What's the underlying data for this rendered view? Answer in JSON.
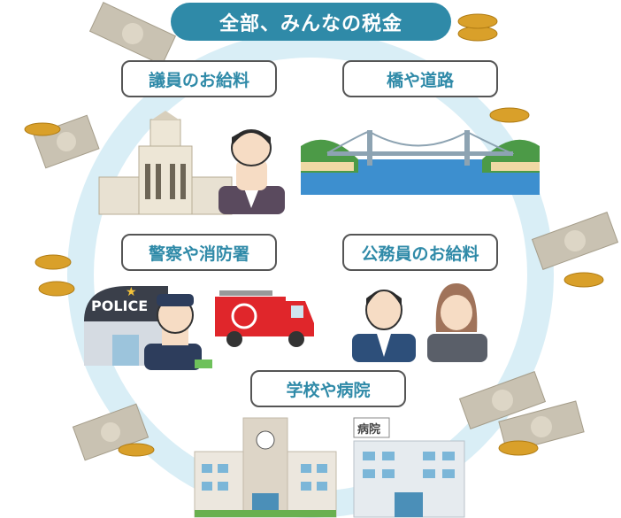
{
  "title": "全部、みんなの税金",
  "labels": {
    "diet_salary": "議員のお給料",
    "bridges_roads": "橋や道路",
    "police_fire": "警察や消防署",
    "civil_servant_salary": "公務員のお給料",
    "schools_hospitals": "学校や病院"
  },
  "signs": {
    "police": "POLICE",
    "hospital": "病院"
  },
  "colors": {
    "accent": "#2f8aa8",
    "ring": "#d9eef6",
    "coin": "#d9a02a",
    "bill": "#c9c2b2"
  }
}
